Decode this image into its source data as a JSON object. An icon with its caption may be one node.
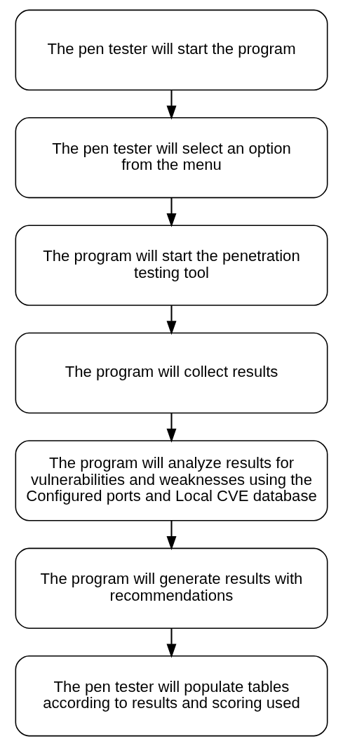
{
  "diagram": {
    "nodes": [
      {
        "text": [
          "The pen tester will start the program"
        ]
      },
      {
        "text": [
          "The pen tester will select an option from the menu"
        ]
      },
      {
        "text": [
          "The program will start the penetration testing tool"
        ]
      },
      {
        "text": [
          "The program will collect results"
        ]
      },
      {
        "text": [
          "The program will analyze results for vulnerabilities and weaknesses using the Configured ports and Local CVE database"
        ]
      },
      {
        "text": [
          "The program will generate results with recommendations"
        ]
      },
      {
        "text": [
          "The pen tester will populate tables according to results and scoring used"
        ]
      }
    ],
    "edges": [
      {
        "from": 0,
        "to": 1,
        "arrow": "to"
      },
      {
        "from": 1,
        "to": 2,
        "arrow": "to"
      },
      {
        "from": 2,
        "to": 3,
        "arrow": "to"
      },
      {
        "from": 3,
        "to": 4,
        "arrow": "to"
      },
      {
        "from": 4,
        "to": 5,
        "arrow": "to"
      },
      {
        "from": 5,
        "to": 6,
        "arrow": "to"
      }
    ]
  }
}
